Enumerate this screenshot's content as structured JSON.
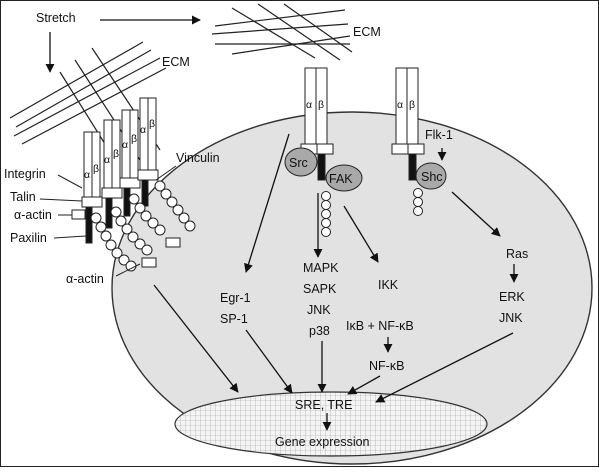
{
  "labels": {
    "stretch": "Stretch",
    "ecm_left": "ECM",
    "ecm_right": "ECM",
    "integrin": "Integrin",
    "talin": "Talin",
    "alpha_actin_top": "α-actin",
    "paxilin": "Paxilin",
    "alpha_actin_bottom": "α-actin",
    "vinculin": "Vinculin",
    "src": "Src",
    "fak": "FAK",
    "flk1": "Flk-1",
    "shc": "Shc",
    "alpha": "α",
    "beta": "β",
    "egr1": "Egr-1",
    "sp1": "SP-1",
    "mapk": "MAPK",
    "sapk": "SAPK",
    "jnk_mid": "JNK",
    "p38": "p38",
    "ikk": "IKK",
    "ikb_nfkb": "IκB + NF-κB",
    "nfkb": "NF-κB",
    "ras": "Ras",
    "erk": "ERK",
    "jnk_right": "JNK",
    "sre_tre": "SRE, TRE",
    "gene_expression": "Gene expression"
  },
  "colors": {
    "line": "#111111",
    "cell_fill": "#e2e2e2",
    "protein_fill": "#a9a9a9",
    "membrane": "#333333"
  }
}
